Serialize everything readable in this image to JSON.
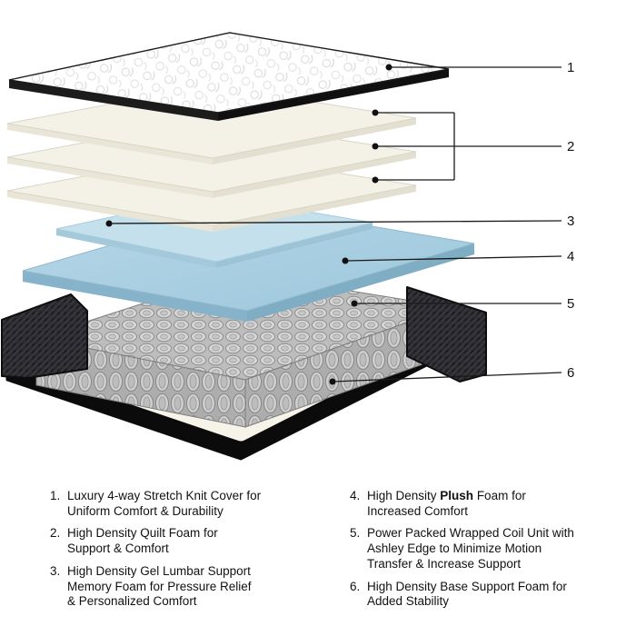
{
  "callouts": {
    "n1": "1",
    "n2": "2",
    "n3": "3",
    "n4": "4",
    "n5": "5",
    "n6": "6"
  },
  "legend": {
    "items_left": [
      {
        "num": "1.",
        "text": "Luxury 4-way Stretch Knit Cover for\nUniform Comfort & Durability"
      },
      {
        "num": "2.",
        "text": "High Density Quilt Foam for\nSupport & Comfort"
      },
      {
        "num": "3.",
        "text": "High Density Gel Lumbar Support\nMemory Foam for Pressure Relief\n& Personalized Comfort"
      }
    ],
    "items_right": [
      {
        "num": "4.",
        "pre": "High Density ",
        "bold": "Plush",
        "post": " Foam for\nIncreased Comfort"
      },
      {
        "num": "5.",
        "text": "Power Packed Wrapped Coil Unit with\nAshley Edge to Minimize Motion\nTransfer & Increase Support"
      },
      {
        "num": "6.",
        "text": "High Density Base Support Foam for\nAdded Stability"
      }
    ]
  },
  "colors": {
    "cover_white": "#ffffff",
    "cover_edge_black": "#1a1a1a",
    "quilt_foam_cream": "#f4f1e7",
    "gel_lumbar_blue": "#c4e0ec",
    "plush_foam_blue": "#a9cfe2",
    "coil_gray": "#bdbdbd",
    "base_frame_black": "#141414",
    "base_foam_white": "#f6f3e9"
  }
}
